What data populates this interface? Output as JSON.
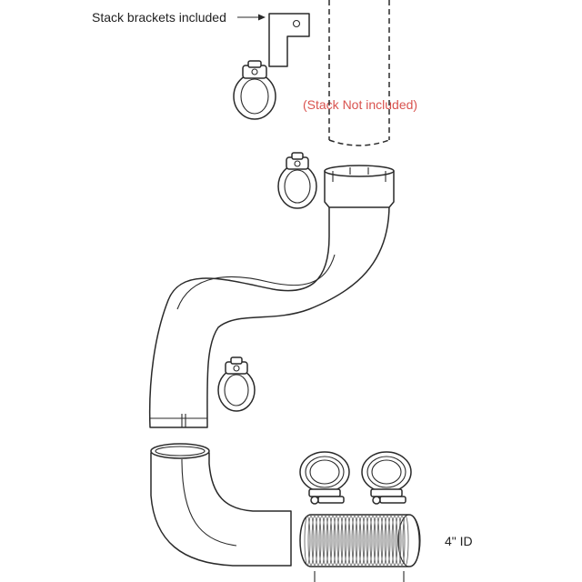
{
  "labels": {
    "stack_brackets": "Stack brackets included",
    "stack_not_included": "(Stack Not included)",
    "hose_id": "4\" ID"
  },
  "colors": {
    "line": "#2a2a2a",
    "note_red": "#d9534f",
    "text": "#222222"
  },
  "icons": [
    "arrow-right",
    "stack-bracket",
    "band-clamp",
    "hose-clamp"
  ]
}
